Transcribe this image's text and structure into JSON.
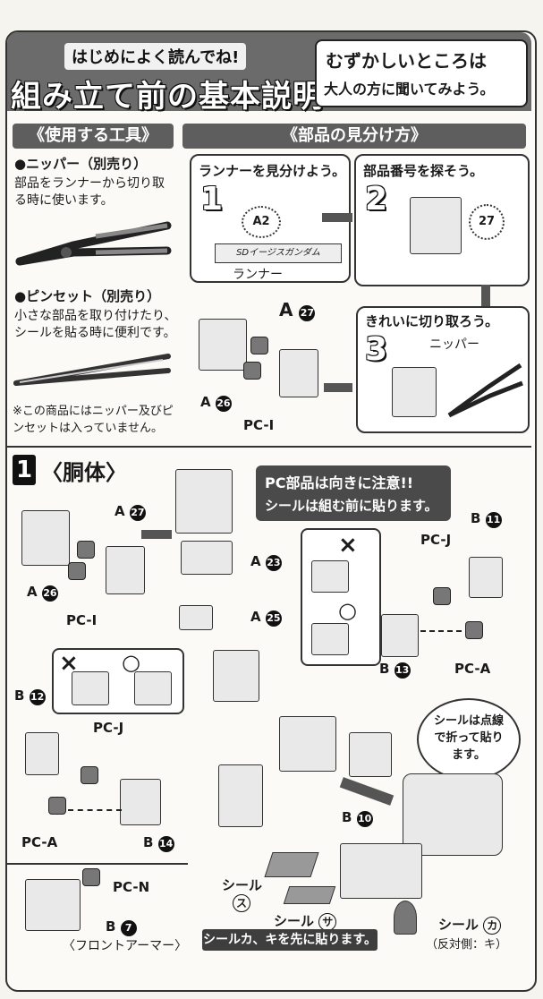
{
  "header": {
    "title_small": "はじめによく読んでね!",
    "title_big": "組み立て前の基本説明",
    "ask_line1": "むずかしいところは",
    "ask_line2": "大人の方に聞いてみよう。"
  },
  "tools": {
    "heading": "《使用する工具》",
    "nipper_title": "●ニッパー（別売り）",
    "nipper_desc": "部品をランナーから切り取る時に使います。",
    "tweezer_title": "●ピンセット（別売り）",
    "tweezer_desc": "小さな部品を取り付けたり、シールを貼る時に便利です。",
    "note": "※この商品にはニッパー及びピンセットは入っていません。"
  },
  "parts_guide": {
    "heading": "《部品の見分け方》",
    "step1_text": "ランナーを見分けよう。",
    "step1_num": "1",
    "step1_tag": "A2",
    "step1_runner_name": "SDイージスガンダム",
    "step1_runner_label": "ランナー",
    "step2_text": "部品番号を探そう。",
    "step2_num": "2",
    "step2_tag": "27",
    "step3_text": "きれいに切り取ろう。",
    "step3_num": "3",
    "step3_tool": "ニッパー",
    "label_a27": "A",
    "label_a27_num": "27",
    "label_a26": "A",
    "label_a26_num": "26",
    "label_pci": "PC-I"
  },
  "step1": {
    "num": "1",
    "title": "〈胴体〉",
    "caution_line1": "PC部品は向きに注意!!",
    "caution_line2": "シールは組む前に貼ります。",
    "labels": {
      "a27": "A",
      "a27_num": "27",
      "a26": "A",
      "a26_num": "26",
      "pci": "PC-I",
      "a23": "A",
      "a23_num": "23",
      "a25": "A",
      "a25_num": "25",
      "b11": "B",
      "b11_num": "11",
      "pcj_r": "PC-J",
      "pca_r": "PC-A",
      "b13": "B",
      "b13_num": "13",
      "b12": "B",
      "b12_num": "12",
      "pcj_l": "PC-J",
      "pca_l": "PC-A",
      "b14": "B",
      "b14_num": "14",
      "pcn": "PC-N",
      "b7": "B",
      "b7_num": "7",
      "front_armor": "〈フロントアーマー〉",
      "b10": "B",
      "b10_num": "10",
      "seal_su": "シール",
      "seal_su_mark": "ス",
      "seal_sa": "シール",
      "seal_sa_mark": "サ",
      "seal_ka": "シール",
      "seal_ka_mark": "カ",
      "seal_ki_note": "（反対側：キ）",
      "ok_mark": "○",
      "ng_mark": "×"
    },
    "burst_text": "シールは点線で折って貼ります。",
    "bottom_note": "シールカ、キを先に貼ります。"
  }
}
